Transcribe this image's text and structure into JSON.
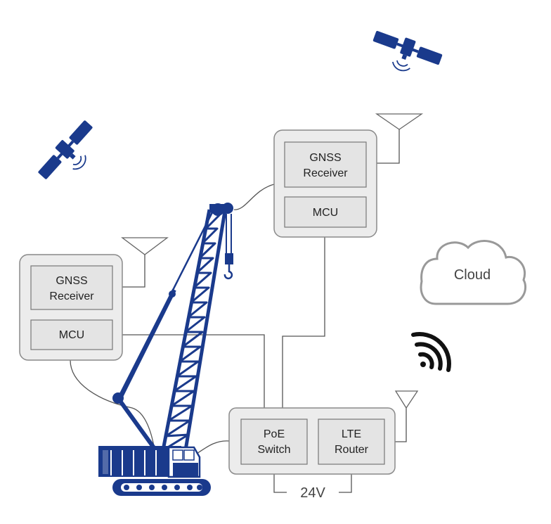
{
  "colors": {
    "crane": "#1a3a8c",
    "box_fill": "#ececec",
    "box_stroke": "#8a8a8a",
    "wire": "#555555",
    "cloud_stroke": "#999999",
    "signal": "#111111"
  },
  "icons": {
    "satellite_top": "satellite-icon",
    "satellite_left": "satellite-icon",
    "crane": "crawler-crane-icon",
    "cloud": "cloud-icon",
    "wifi": "wireless-signal-icon",
    "antenna": "antenna-icon"
  },
  "top_unit": {
    "gnss_line1": "GNSS",
    "gnss_line2": "Receiver",
    "mcu": "MCU"
  },
  "left_unit": {
    "gnss_line1": "GNSS",
    "gnss_line2": "Receiver",
    "mcu": "MCU"
  },
  "network_unit": {
    "poe_line1": "PoE",
    "poe_line2": "Switch",
    "lte_line1": "LTE",
    "lte_line2": "Router"
  },
  "power_label": "24V",
  "cloud_label": "Cloud"
}
